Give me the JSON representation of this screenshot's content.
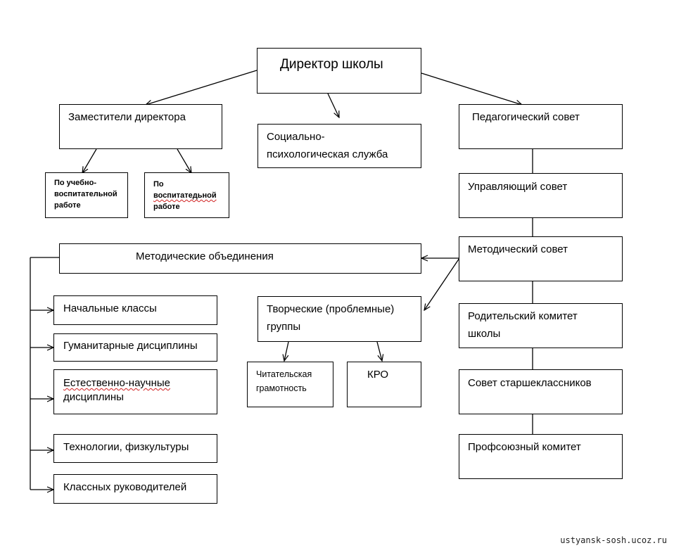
{
  "nodes": {
    "director": "Директор школы",
    "deputies": "Заместители директора",
    "social_service": [
      "Социально-",
      "психологическая служба"
    ],
    "ped_council": "Педагогический совет",
    "edu_work": [
      "По учебно-",
      "воспитательной",
      "работе"
    ],
    "vosp_work": [
      "По",
      "воспитатедьной",
      "работе"
    ],
    "gov_council": "Управляющий совет",
    "method_assoc": "Методические объединения",
    "method_council": "Методический совет",
    "primary": "Начальные классы",
    "humanities": "Гуманитарные дисциплины",
    "science": [
      "Естественно-научные",
      "дисциплины"
    ],
    "technology": "Технологии, физкультуры",
    "class_teachers": "Классных руководителей",
    "creative_groups": [
      "Творческие (проблемные)",
      "группы"
    ],
    "reading": [
      "Читательская",
      "грамотность"
    ],
    "kro": "КРО",
    "parent_committee": [
      "Родительский комитет",
      "школы"
    ],
    "senior_council": "Совет старшеклассников",
    "union_committee": "Профсоюзный комитет"
  },
  "footer": "ustyansk-sosh.ucoz.ru"
}
